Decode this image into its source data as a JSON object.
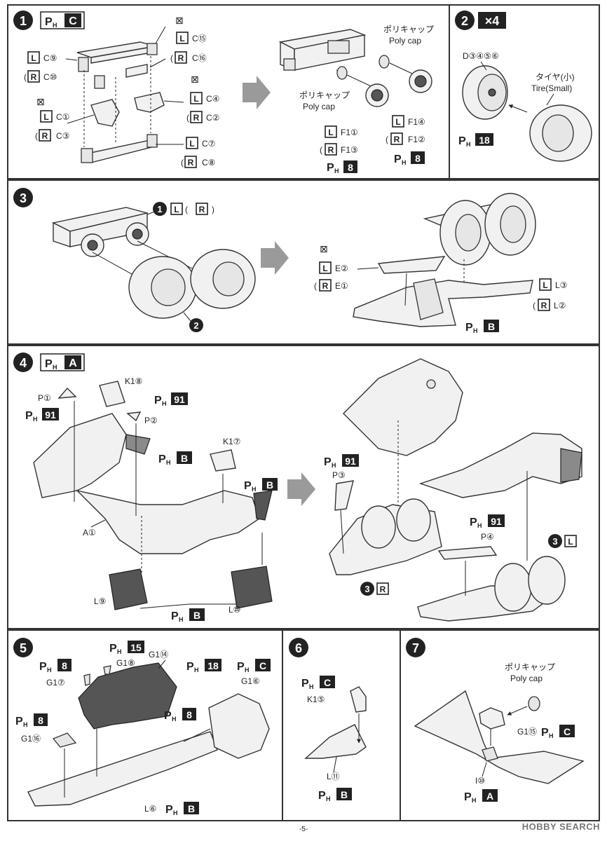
{
  "steps": [
    {
      "number": "1",
      "paint": "C"
    },
    {
      "number": "2",
      "multiplier": "×4"
    },
    {
      "number": "3"
    },
    {
      "number": "4",
      "paint": "A"
    },
    {
      "number": "5"
    },
    {
      "number": "6"
    },
    {
      "number": "7"
    }
  ],
  "paint_prefix": {
    "main": "P",
    "sub": "H"
  },
  "step1": {
    "labels": {
      "c9": "C⑨",
      "c10": "C⑩",
      "c15": "C⑮",
      "c16": "C⑯",
      "c4": "C④",
      "c2": "C②",
      "c1": "C①",
      "c3": "C③",
      "c7": "C⑦",
      "c8": "C⑧",
      "f11": "F1①",
      "f13": "F1③",
      "f14": "F1④",
      "f12": "F1②"
    },
    "polycap_jp": "ポリキャップ",
    "polycap_en": "Poly cap",
    "paint_8": "8"
  },
  "step2": {
    "wheel": "D③④⑤⑥",
    "tire_jp": "タイヤ(小)",
    "tire_en": "Tire(Small)",
    "paint": "18"
  },
  "step3": {
    "ref1": "1",
    "ref2": "2",
    "e2": "E②",
    "e1": "E①",
    "l3": "L③",
    "l2": "L②",
    "paint": "B"
  },
  "step4": {
    "k18": "K1⑧",
    "p1": "P①",
    "p2": "P②",
    "k17": "K1⑦",
    "a1": "A①",
    "l9": "L⑨",
    "l10": "L⑩",
    "p3": "P③",
    "p4": "P④",
    "paint91": "91",
    "paintB": "B",
    "ref3": "3"
  },
  "step5": {
    "g115": "15",
    "g114": "G1⑭",
    "g18": "G1⑧",
    "g17": "G1⑦",
    "g116": "G1⑯",
    "g16": "G1⑥",
    "l6": "L⑥",
    "paint8": "8",
    "paint18": "18",
    "paintC": "C",
    "paintB": "B"
  },
  "step6": {
    "k15": "K1⑤",
    "l11": "L⑪",
    "paintC": "C",
    "paintB": "B"
  },
  "step7": {
    "polycap_jp": "ポリキャップ",
    "polycap_en": "Poly cap",
    "g115": "G1⑮",
    "i10": "I⑩",
    "paintC": "C",
    "paintA": "A"
  },
  "lr": {
    "L": "L",
    "R": "R"
  },
  "page_number": "-5-",
  "watermark": "HOBBY SEARCH"
}
